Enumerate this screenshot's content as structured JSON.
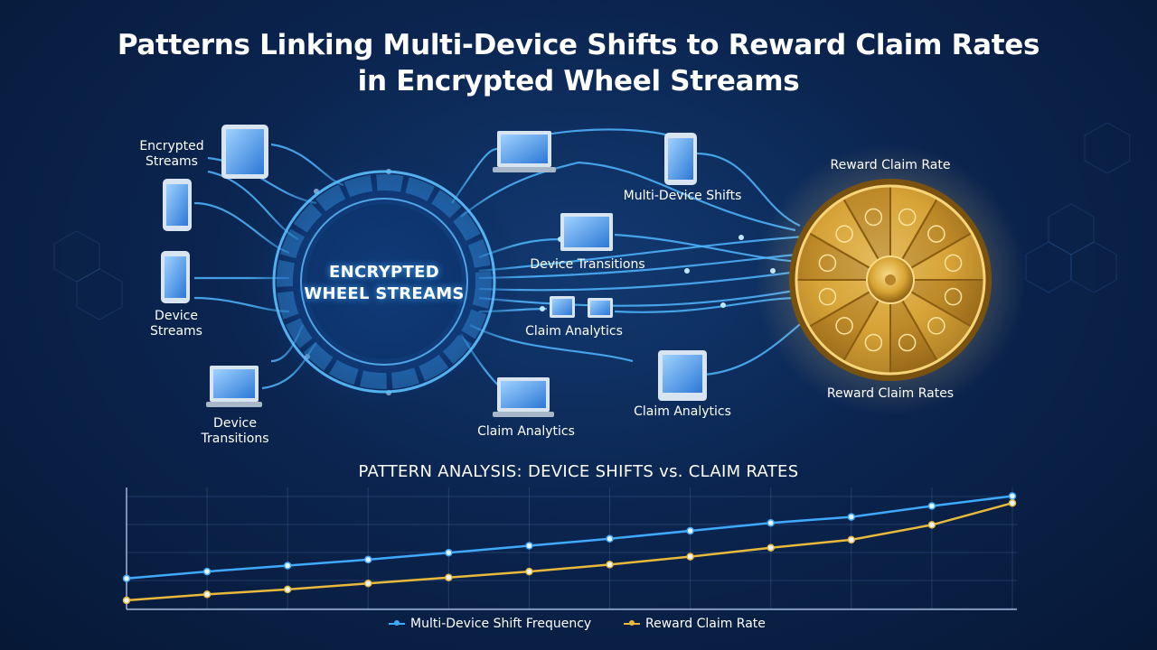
{
  "title_line1": "Patterns Linking Multi-Device Shifts to Reward Claim Rates",
  "title_line2": "in Encrypted Wheel Streams",
  "hub": {
    "line1": "ENCRYPTED",
    "line2": "WHEEL STREAMS"
  },
  "labels": {
    "encrypted_streams_1": "Encrypted",
    "encrypted_streams_2": "Streams",
    "device_streams_1": "Device",
    "device_streams_2": "Streams",
    "device_transitions_left_1": "Device",
    "device_transitions_left_2": "Transitions",
    "multi_device_shifts": "Multi-Device Shifts",
    "device_transitions_mid": "Device Transitions",
    "claim_analytics_mid": "Claim Analytics",
    "claim_analytics_bottom": "Claim Analytics",
    "claim_analytics_right": "Claim Analytics",
    "reward_claim_rate": "Reward Claim Rate",
    "reward_claim_rates": "Reward Claim Rates"
  },
  "icons": {
    "tablet": "tablet-icon",
    "phone": "phone-icon",
    "laptop": "laptop-icon",
    "monitor": "monitor-icon",
    "reward_wheel": "reward-wheel-icon",
    "star": "star-icon"
  },
  "colors": {
    "accent_blue": "#3fa9ff",
    "gold": "#e8b93a",
    "background": "#0b2550"
  },
  "chart_data": {
    "type": "line",
    "title": "PATTERN ANALYSIS: DEVICE SHIFTS vs. CLAIM RATES",
    "x": [
      1,
      2,
      3,
      4,
      5,
      6,
      7,
      8,
      9,
      10,
      11,
      12
    ],
    "ylim": [
      0,
      100
    ],
    "grid": true,
    "legend_placement": "bottom-center",
    "series": [
      {
        "name": "Multi-Device Shift Frequency",
        "color": "#3fa9ff",
        "values": [
          22,
          29,
          35,
          41,
          48,
          55,
          62,
          70,
          78,
          84,
          95,
          105
        ]
      },
      {
        "name": "Reward Claim Rate",
        "color": "#e8b93a",
        "values": [
          0,
          6,
          11,
          17,
          23,
          29,
          36,
          44,
          53,
          61,
          76,
          98
        ]
      }
    ]
  }
}
